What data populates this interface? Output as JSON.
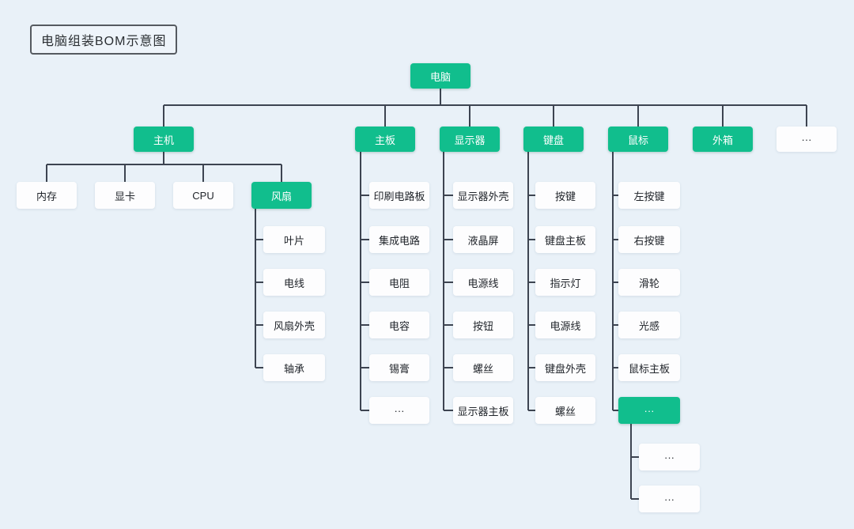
{
  "title": "电脑组装BOM示意图",
  "colors": {
    "background": "#e9f1f8",
    "accent_green": "#11be8d",
    "node_white": "#fdfdfe",
    "connector_line": "#3d4451",
    "text_dark": "#21252b",
    "text_on_green": "#ffffff"
  },
  "nodes": {
    "computer": "电脑",
    "host": "主机",
    "motherboard": "主板",
    "monitor": "显示器",
    "keyboard": "键盘",
    "mouse": "鼠标",
    "outer_case": "外箱",
    "l2_more": "···",
    "memory": "内存",
    "gpu": "显卡",
    "cpu": "CPU",
    "fan": "风扇",
    "fan_blade": "叶片",
    "fan_wire": "电线",
    "fan_shell": "风扇外壳",
    "fan_bearing": "轴承",
    "pcb": "印刷电路板",
    "ic": "集成电路",
    "resistor": "电阻",
    "capacitor": "电容",
    "solder_paste": "锡膏",
    "mb_more": "···",
    "monitor_shell": "显示器外壳",
    "lcd_screen": "液晶屏",
    "monitor_power_cord": "电源线",
    "button": "按钮",
    "monitor_screw": "螺丝",
    "monitor_board": "显示器主板",
    "keycap": "按键",
    "kb_board": "键盘主板",
    "indicator_light": "指示灯",
    "kb_power_cord": "电源线",
    "kb_shell": "键盘外壳",
    "kb_screw": "螺丝",
    "left_button": "左按键",
    "right_button": "右按键",
    "scroll_wheel": "滑轮",
    "light_sensor": "光感",
    "mouse_board": "鼠标主板",
    "mouse_more": "···",
    "more_sub_1": "···",
    "more_sub_2": "···"
  },
  "structure": {
    "root": "computer",
    "edges": [
      [
        "computer",
        "host"
      ],
      [
        "computer",
        "motherboard"
      ],
      [
        "computer",
        "monitor"
      ],
      [
        "computer",
        "keyboard"
      ],
      [
        "computer",
        "mouse"
      ],
      [
        "computer",
        "outer_case"
      ],
      [
        "computer",
        "l2_more"
      ],
      [
        "host",
        "memory"
      ],
      [
        "host",
        "gpu"
      ],
      [
        "host",
        "cpu"
      ],
      [
        "host",
        "fan"
      ],
      [
        "fan",
        "fan_blade"
      ],
      [
        "fan",
        "fan_wire"
      ],
      [
        "fan",
        "fan_shell"
      ],
      [
        "fan",
        "fan_bearing"
      ],
      [
        "motherboard",
        "pcb"
      ],
      [
        "motherboard",
        "ic"
      ],
      [
        "motherboard",
        "resistor"
      ],
      [
        "motherboard",
        "capacitor"
      ],
      [
        "motherboard",
        "solder_paste"
      ],
      [
        "motherboard",
        "mb_more"
      ],
      [
        "monitor",
        "monitor_shell"
      ],
      [
        "monitor",
        "lcd_screen"
      ],
      [
        "monitor",
        "monitor_power_cord"
      ],
      [
        "monitor",
        "button"
      ],
      [
        "monitor",
        "monitor_screw"
      ],
      [
        "monitor",
        "monitor_board"
      ],
      [
        "keyboard",
        "keycap"
      ],
      [
        "keyboard",
        "kb_board"
      ],
      [
        "keyboard",
        "indicator_light"
      ],
      [
        "keyboard",
        "kb_power_cord"
      ],
      [
        "keyboard",
        "kb_shell"
      ],
      [
        "keyboard",
        "kb_screw"
      ],
      [
        "mouse",
        "left_button"
      ],
      [
        "mouse",
        "right_button"
      ],
      [
        "mouse",
        "scroll_wheel"
      ],
      [
        "mouse",
        "light_sensor"
      ],
      [
        "mouse",
        "mouse_board"
      ],
      [
        "mouse",
        "mouse_more"
      ],
      [
        "mouse_more",
        "more_sub_1"
      ],
      [
        "mouse_more",
        "more_sub_2"
      ]
    ]
  }
}
